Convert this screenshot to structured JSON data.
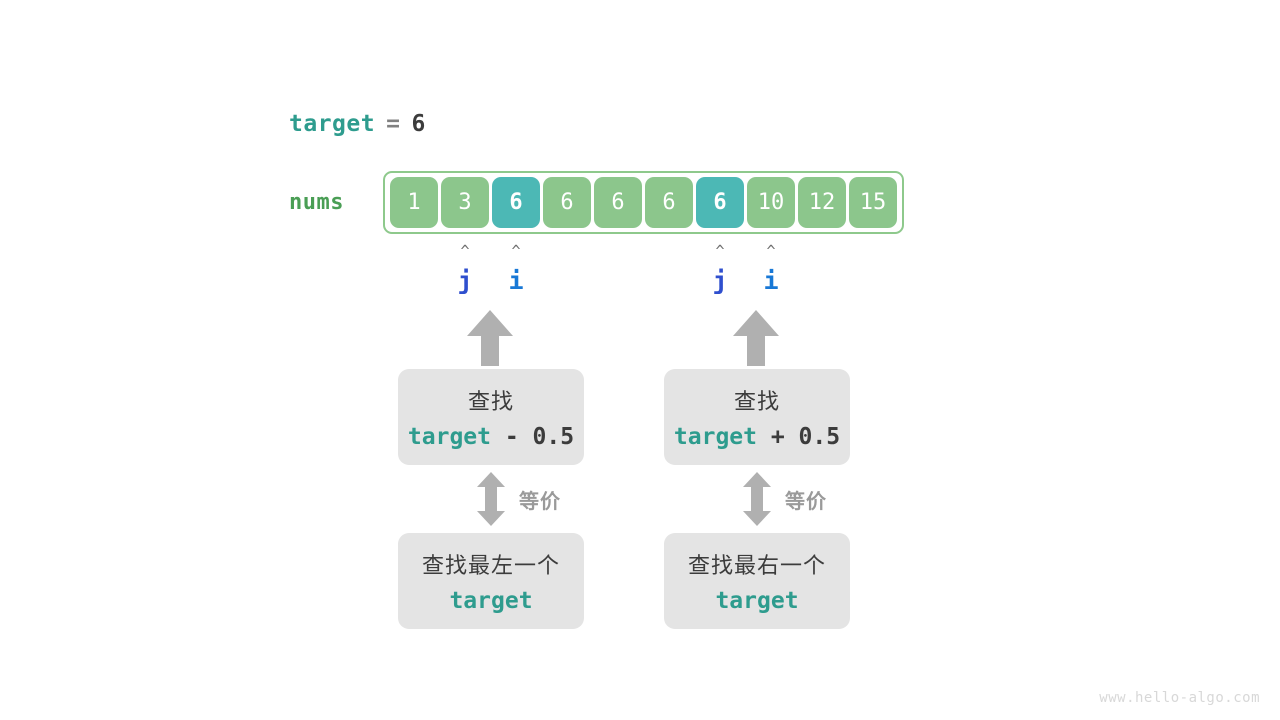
{
  "target": {
    "name": "target",
    "operator": "=",
    "value": "6"
  },
  "array": {
    "label": "nums",
    "cells": [
      {
        "value": "1",
        "highlighted": false
      },
      {
        "value": "3",
        "highlighted": false
      },
      {
        "value": "6",
        "highlighted": true
      },
      {
        "value": "6",
        "highlighted": false
      },
      {
        "value": "6",
        "highlighted": false
      },
      {
        "value": "6",
        "highlighted": false
      },
      {
        "value": "6",
        "highlighted": true
      },
      {
        "value": "10",
        "highlighted": false
      },
      {
        "value": "12",
        "highlighted": false
      },
      {
        "value": "15",
        "highlighted": false
      }
    ]
  },
  "pointers": [
    {
      "label": "j",
      "index": 1,
      "group": "left",
      "caret": "^"
    },
    {
      "label": "i",
      "index": 2,
      "group": "left",
      "caret": "^"
    },
    {
      "label": "j",
      "index": 6,
      "group": "right",
      "caret": "^"
    },
    {
      "label": "i",
      "index": 7,
      "group": "right",
      "caret": "^"
    }
  ],
  "branches": [
    {
      "id": "left",
      "top_box": {
        "line1": "查找",
        "expr_var": "target",
        "expr_rest": " - 0.5"
      },
      "equiv_label": "等价",
      "bottom_box": {
        "line1": "查找最左一个",
        "expr_var": "target",
        "expr_rest": ""
      }
    },
    {
      "id": "right",
      "top_box": {
        "line1": "查找",
        "expr_var": "target",
        "expr_rest": " + 0.5"
      },
      "equiv_label": "等价",
      "bottom_box": {
        "line1": "查找最右一个",
        "expr_var": "target",
        "expr_rest": ""
      }
    }
  ],
  "colors": {
    "cell_normal": "#8cc68c",
    "cell_highlight": "#4cb8b5",
    "array_border": "#8ec98c",
    "target_teal": "#2e9c8e",
    "nums_green": "#4a9e55",
    "pointer_j": "#2f4fce",
    "pointer_i": "#1878d6",
    "arrow_gray": "#b0b0b0",
    "box_gray": "#e4e4e4"
  },
  "watermark": "www.hello-algo.com"
}
